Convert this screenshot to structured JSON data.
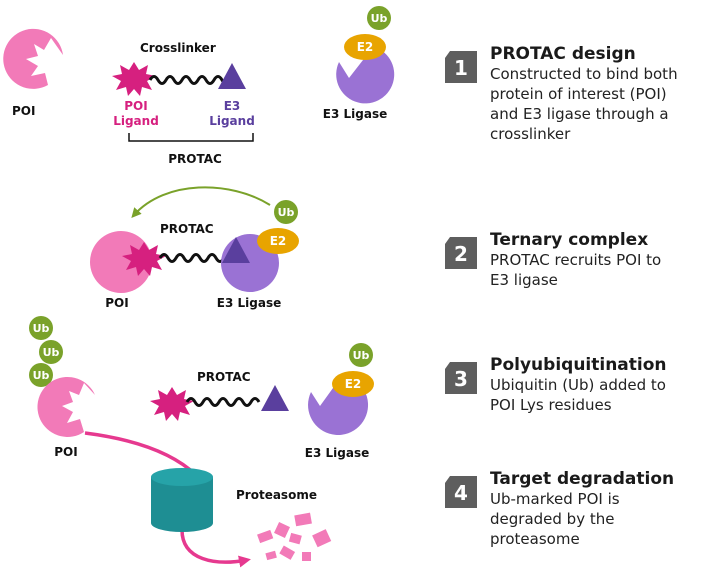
{
  "row1": {
    "poi": "POI",
    "crosslinker": "Crosslinker",
    "poi_ligand": [
      "POI",
      "Ligand"
    ],
    "e3_ligand": [
      "E3",
      "Ligand"
    ],
    "protac": "PROTAC",
    "e3_ligase": "E3 Ligase",
    "e2": "E2",
    "ub": "Ub"
  },
  "row2": {
    "protac": "PROTAC",
    "poi": "POI",
    "e3_ligase": "E3 Ligase",
    "e2": "E2",
    "ub": "Ub"
  },
  "row3": {
    "ub_chain": [
      "Ub",
      "Ub",
      "Ub"
    ],
    "poi": "POI",
    "protac": "PROTAC",
    "e3_ligase": "E3 Ligase",
    "e2": "E2",
    "ub": "Ub",
    "proteasome": "Proteasome"
  },
  "steps": [
    {
      "number": "1",
      "title": "PROTAC design",
      "lines": [
        "Constructed to bind both",
        "protein of interest (POI)",
        "and E3 ligase through a",
        "crosslinker"
      ]
    },
    {
      "number": "2",
      "title": "Ternary complex",
      "lines": [
        "PROTAC recruits POI to",
        "E3 ligase"
      ]
    },
    {
      "number": "3",
      "title": "Polyubiquitination",
      "lines": [
        "Ubiquitin (Ub) added to",
        "POI Lys residues"
      ]
    },
    {
      "number": "4",
      "title": "Target degradation",
      "lines": [
        "Ub-marked POI is",
        "degraded by the",
        "proteasome"
      ]
    }
  ],
  "colors": {
    "poi_pink": "#f27ab8",
    "ligand_magenta": "#d6207f",
    "e3_purple": "#9a72d4",
    "e3_ligand_purple": "#5a3f9e",
    "e2_orange": "#e8a400",
    "ub_green": "#7aa22a",
    "proteasome_teal": "#1e8e93",
    "arrow_green": "#7aa22a",
    "badge_gray": "#5e5e5e"
  }
}
